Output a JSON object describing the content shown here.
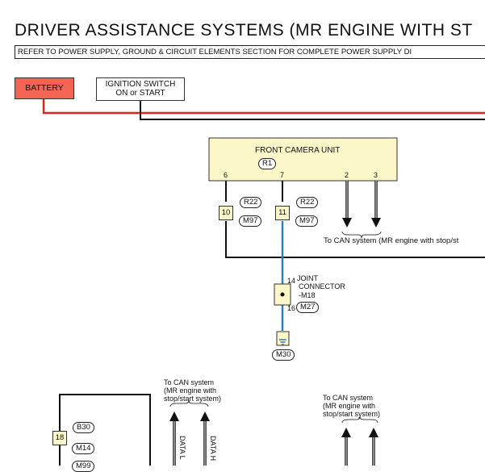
{
  "header": {
    "title": "DRIVER ASSISTANCE SYSTEMS (MR ENGINE WITH ST",
    "subtitle": "REFER TO POWER SUPPLY, GROUND & CIRCUIT ELEMENTS SECTION FOR COMPLETE POWER SUPPLY DI"
  },
  "power": {
    "battery": "BATTERY",
    "ignition_line1": "IGNITION SWITCH",
    "ignition_line2": "ON or START"
  },
  "camera": {
    "name": "FRONT CAMERA UNIT",
    "connector": "R1",
    "pins": [
      "6",
      "7",
      "2",
      "3"
    ]
  },
  "harness": {
    "left_pin": "10",
    "right_pin": "11",
    "left_conn_top": "R22",
    "left_conn_bot": "M97",
    "right_conn_top": "R22",
    "right_conn_bot": "M97",
    "can_label": "To CAN system (MR engine with stop/st"
  },
  "joint": {
    "pin_top": "14",
    "pin_bot": "16",
    "line1": "JOINT",
    "line2": "CONNECTOR",
    "line3": "-M18",
    "connector": "M27"
  },
  "ground": {
    "connector": "M30"
  },
  "lower": {
    "can_left_l1": "To CAN system",
    "can_left_l2": "(MR engine with",
    "can_left_l3": "stop/start system)",
    "can_right_l1": "To CAN system",
    "can_right_l2": "(MR engine with",
    "can_right_l3": "stop/start system)",
    "pin": "18",
    "conn1": "B30",
    "conn2": "M14",
    "conn3": "M99",
    "data_l": "DATA L",
    "data_h": "DATA H"
  },
  "colors": {
    "battery_fill": "#f26454",
    "battery_wire": "#e02020",
    "unit_fill": "#fbf7c8",
    "signal_wire": "#2a7cc7",
    "ground_fill": "#2a7cc7"
  }
}
